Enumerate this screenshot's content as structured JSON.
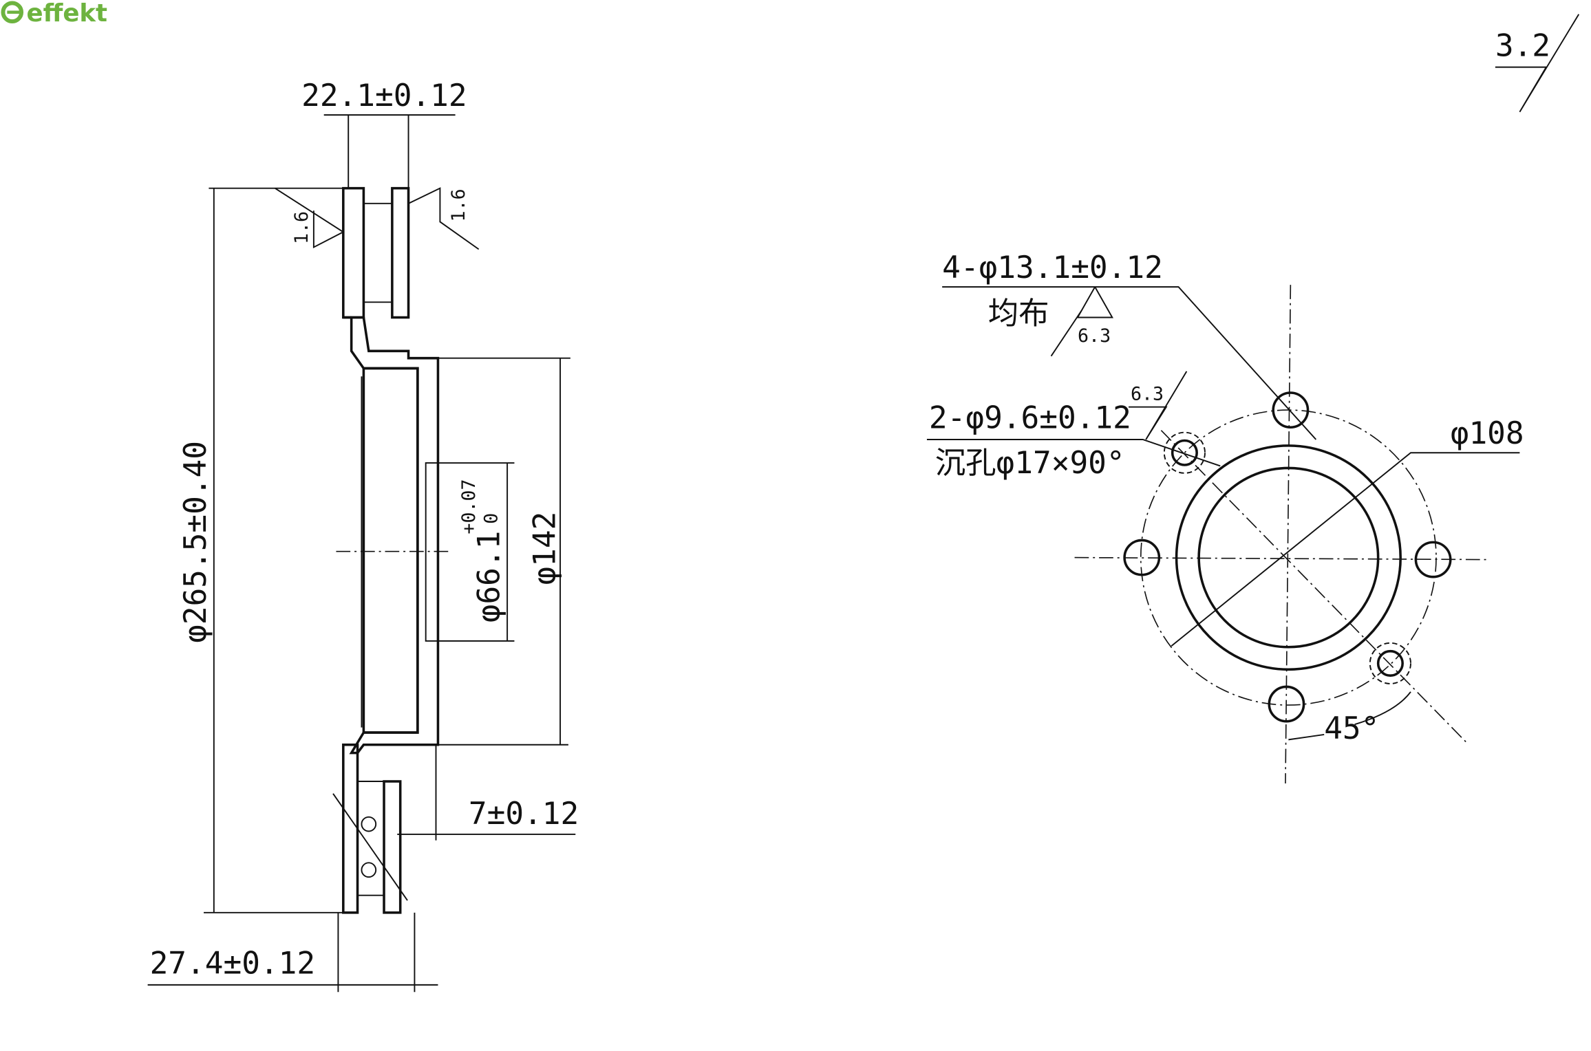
{
  "logo": {
    "text": "effekt",
    "color": "#6db33f"
  },
  "section_view": {
    "width_dim": "22.1±0.12",
    "outer_diameter": "φ265.5±0.40",
    "hat_diameter": "φ142",
    "bore_diameter": "φ66.1",
    "bore_tol_upper": "+0.07",
    "bore_tol_lower": "0",
    "hat_thickness": "7±0.12",
    "overall_height": "27.4±0.12",
    "roughness_left": "1.6",
    "roughness_right": "1.6"
  },
  "general_roughness": "3.2",
  "plan_view": {
    "bolt_holes": "4-φ13.1±0.12",
    "bolt_holes_note": "均布",
    "bolt_roughness": "6.3",
    "locating_holes": "2-φ9.6±0.12",
    "locating_roughness": "6.3",
    "countersink": "沉孔φ17×90°",
    "pcd": "φ108",
    "angle": "45°"
  }
}
